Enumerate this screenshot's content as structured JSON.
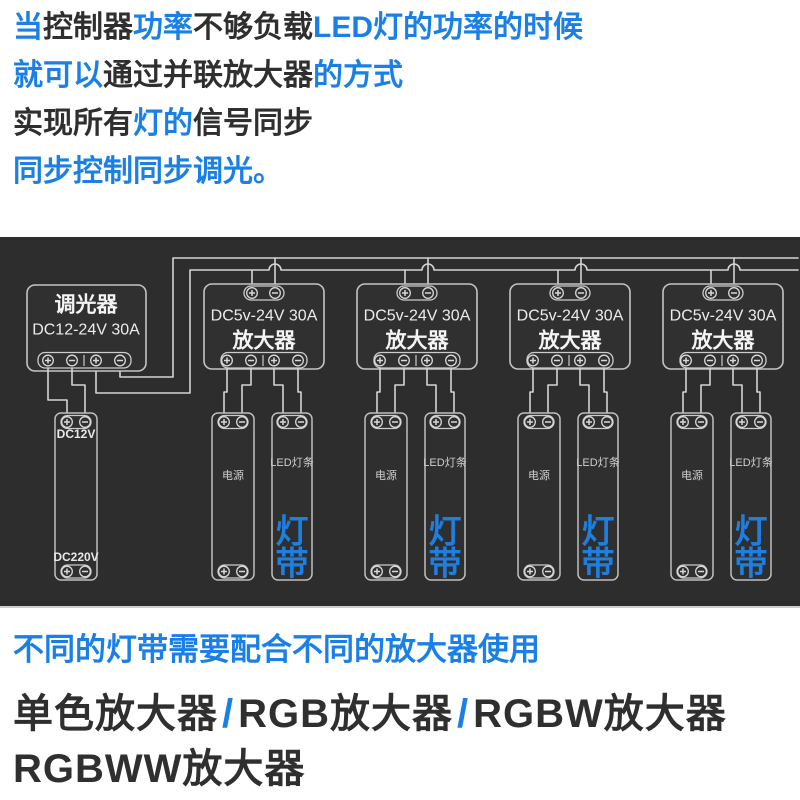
{
  "colors": {
    "accent_blue": "#1a80e8",
    "tag_blue": "#1f7fe0",
    "dark_text": "#2f2f2f",
    "panel_background": "#2d2d2d",
    "panel_line": "#d4d4d4"
  },
  "header": {
    "lines": [
      {
        "segments": [
          {
            "text": "当",
            "color": "blue"
          },
          {
            "text": "控制器",
            "color": "dark"
          },
          {
            "text": "功率",
            "color": "blue"
          },
          {
            "text": "不够负载",
            "color": "dark"
          },
          {
            "text": "LED灯的功率的时候",
            "color": "blue"
          }
        ]
      },
      {
        "segments": [
          {
            "text": "就可以",
            "color": "blue"
          },
          {
            "text": "通过并联放大器",
            "color": "dark"
          },
          {
            "text": "的方式",
            "color": "blue"
          }
        ]
      },
      {
        "segments": [
          {
            "text": "实现所有",
            "color": "dark"
          },
          {
            "text": "灯的",
            "color": "blue"
          },
          {
            "text": "信号同步",
            "color": "dark"
          }
        ]
      },
      {
        "segments": [
          {
            "text": "同步控制同步调光。",
            "color": "blue"
          }
        ]
      }
    ]
  },
  "diagram": {
    "dimmer": {
      "title": "调光器",
      "spec": "DC12-24V 30A"
    },
    "psu": {
      "output_label": "DC12V",
      "input_label": "DC220V"
    },
    "amplifier": {
      "spec": "DC5v-24V 30A",
      "title": "放大器"
    },
    "power_strip_label": "电源",
    "led_strip_label": "LED灯条",
    "led_tag": {
      "char1": "灯",
      "char2": "带"
    },
    "icons": {
      "positive_terminal": "plus-in-circle",
      "negative_terminal": "minus-in-circle"
    }
  },
  "footer": {
    "line1": "不同的灯带需要配合不同的放大器使用",
    "line2": {
      "segments": [
        {
          "text": "单色放大器",
          "color": "dark"
        },
        {
          "text": "/",
          "color": "blue"
        },
        {
          "text": "RGB放大器",
          "color": "dark"
        },
        {
          "text": "/",
          "color": "blue"
        },
        {
          "text": "RGBW放大器",
          "color": "dark"
        }
      ]
    },
    "line3": "RGBWW放大器"
  }
}
